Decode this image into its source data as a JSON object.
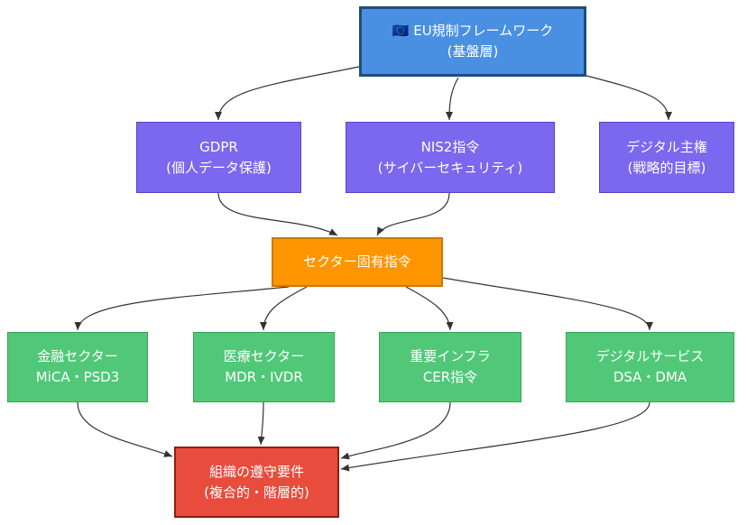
{
  "colors": {
    "root": "#4a90e2",
    "pillar": "#7b68ee",
    "sector_hub": "#ff9500",
    "sector": "#50c878",
    "organization": "#e74c3c",
    "edge": "#333333"
  },
  "nodes": {
    "root": {
      "line1": "🇪🇺 EU規制フレームワーク",
      "line2": "(基盤層)"
    },
    "gdpr": {
      "line1": "GDPR",
      "line2": "(個人データ保護)"
    },
    "nis2": {
      "line1": "NIS2指令",
      "line2": "(サイバーセキュリティ)"
    },
    "digital_sovereignty": {
      "line1": "デジタル主権",
      "line2": "(戦略的目標)"
    },
    "sector_directives": {
      "line1": "セクター固有指令"
    },
    "finance": {
      "line1": "金融セクター",
      "line2": "MiCA・PSD3"
    },
    "medical": {
      "line1": "医療セクター",
      "line2": "MDR・IVDR"
    },
    "critical_infra": {
      "line1": "重要インフラ",
      "line2": "CER指令"
    },
    "digital_services": {
      "line1": "デジタルサービス",
      "line2": "DSA・DMA"
    },
    "org_compliance": {
      "line1": "組織の遵守要件",
      "line2": "(複合的・階層的)"
    }
  }
}
